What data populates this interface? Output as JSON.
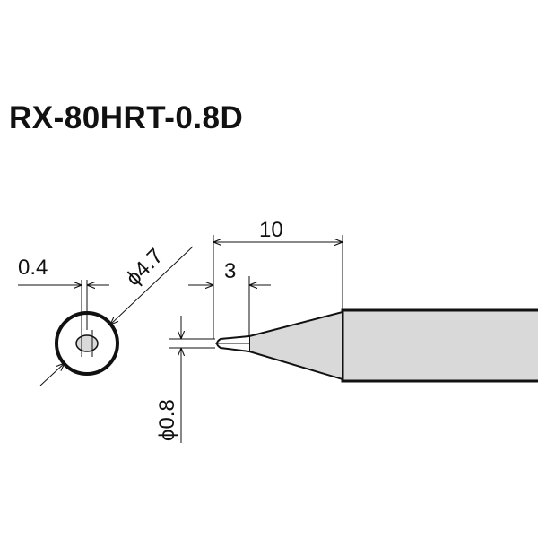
{
  "model_name": "RX-80HRT-0.8D",
  "dimensions": {
    "tip_thickness": "0.4",
    "shank_diameter": "ϕ4.7",
    "overall_length": "10",
    "tip_length": "3",
    "tip_width": "ϕ0.8"
  },
  "colors": {
    "line": "#111111",
    "body_fill": "#d9d9d9",
    "background": "#ffffff"
  }
}
